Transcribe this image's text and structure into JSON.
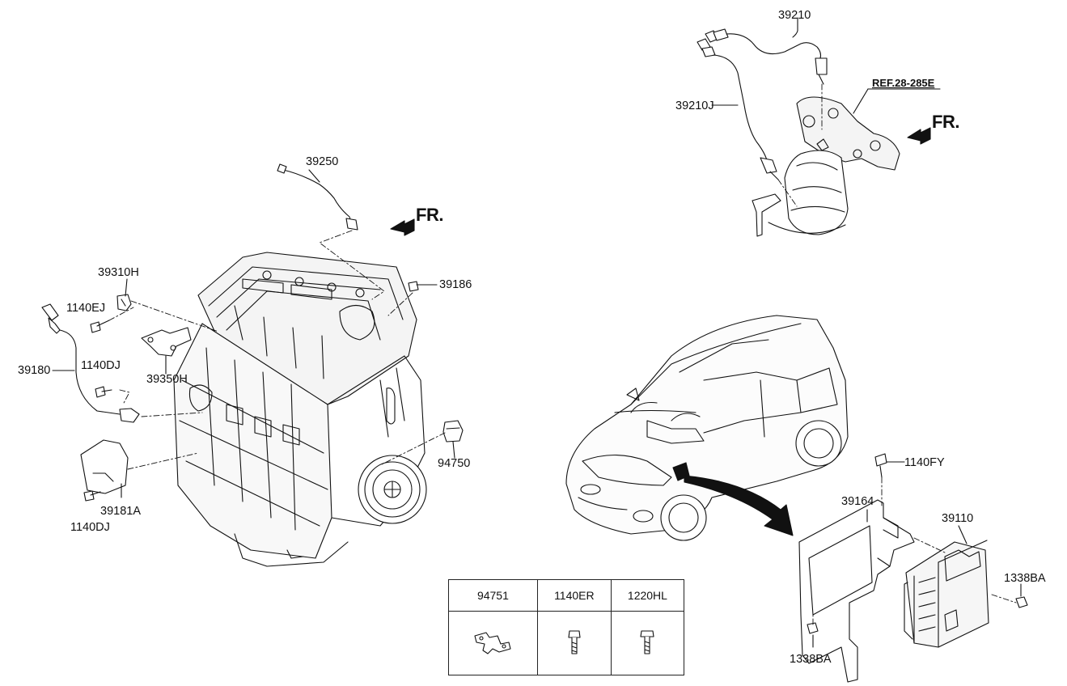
{
  "labels": {
    "p39250": "39250",
    "p39310H": "39310H",
    "p1140EJ": "1140EJ",
    "p39186": "39186",
    "p39180": "39180",
    "p1140DJ_top": "1140DJ",
    "p39350H": "39350H",
    "p94750": "94750",
    "p39181A": "39181A",
    "p1140DJ_bottom": "1140DJ",
    "p39210": "39210",
    "p39210J": "39210J",
    "ref": "REF.28-285E",
    "p1140FY": "1140FY",
    "p39164": "39164",
    "p39110": "39110",
    "p1338BA_right": "1338BA",
    "p1338BA_bottom": "1338BA"
  },
  "fr_labels": [
    "FR.",
    "FR."
  ],
  "parts_table": {
    "headers": [
      "94751",
      "1140ER",
      "1220HL"
    ]
  },
  "icons": [
    "bracket-icon",
    "bolt-icon",
    "bolt-icon"
  ]
}
